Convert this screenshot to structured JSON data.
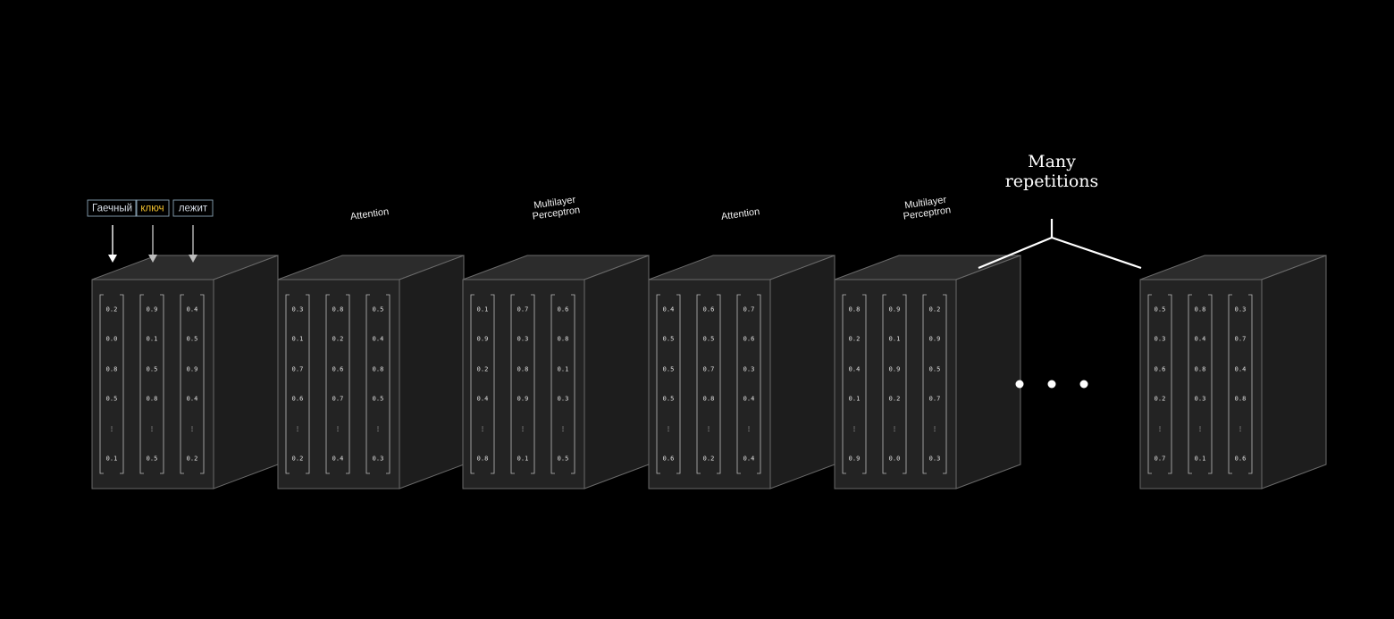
{
  "tokens": [
    {
      "text": "Гаечный",
      "color": "#d6dde6"
    },
    {
      "text": "ключ",
      "color": "#f2c12e"
    },
    {
      "text": "лежит",
      "color": "#d6dde6"
    }
  ],
  "stage_labels": [
    "Attention",
    "Multilayer\nPerceptron",
    "Attention",
    "Multilayer\nPerceptron"
  ],
  "repetitions_label": "Many\nrepetitions",
  "blocks": [
    {
      "columns": [
        [
          "0.2",
          "0.0",
          "0.8",
          "0.5",
          "⋮",
          "0.1"
        ],
        [
          "0.9",
          "0.1",
          "0.5",
          "0.8",
          "⋮",
          "0.5"
        ],
        [
          "0.4",
          "0.5",
          "0.9",
          "0.4",
          "⋮",
          "0.2"
        ]
      ]
    },
    {
      "columns": [
        [
          "0.3",
          "0.1",
          "0.7",
          "0.6",
          "⋮",
          "0.2"
        ],
        [
          "0.8",
          "0.2",
          "0.6",
          "0.7",
          "⋮",
          "0.4"
        ],
        [
          "0.5",
          "0.4",
          "0.8",
          "0.5",
          "⋮",
          "0.3"
        ]
      ]
    },
    {
      "columns": [
        [
          "0.1",
          "0.9",
          "0.2",
          "0.4",
          "⋮",
          "0.8"
        ],
        [
          "0.7",
          "0.3",
          "0.8",
          "0.9",
          "⋮",
          "0.1"
        ],
        [
          "0.6",
          "0.8",
          "0.1",
          "0.3",
          "⋮",
          "0.5"
        ]
      ]
    },
    {
      "columns": [
        [
          "0.4",
          "0.5",
          "0.5",
          "0.5",
          "⋮",
          "0.6"
        ],
        [
          "0.6",
          "0.5",
          "0.7",
          "0.8",
          "⋮",
          "0.2"
        ],
        [
          "0.7",
          "0.6",
          "0.3",
          "0.4",
          "⋮",
          "0.4"
        ]
      ]
    },
    {
      "columns": [
        [
          "0.8",
          "0.2",
          "0.4",
          "0.1",
          "⋮",
          "0.9"
        ],
        [
          "0.9",
          "0.1",
          "0.9",
          "0.2",
          "⋮",
          "0.0"
        ],
        [
          "0.2",
          "0.9",
          "0.5",
          "0.7",
          "⋮",
          "0.3"
        ]
      ]
    },
    {
      "columns": [
        [
          "0.5",
          "0.3",
          "0.6",
          "0.2",
          "⋮",
          "0.7"
        ],
        [
          "0.8",
          "0.4",
          "0.8",
          "0.3",
          "⋮",
          "0.1"
        ],
        [
          "0.3",
          "0.7",
          "0.4",
          "0.8",
          "⋮",
          "0.6"
        ]
      ]
    }
  ],
  "colors": {
    "background": "#000000",
    "block_front": "#232323",
    "block_top": "#2c2c2c",
    "block_side": "#1d1d1d",
    "block_edge": "#6a6a6a",
    "token_border": "#8aa3b5",
    "bracket": "#bdbdbd",
    "ellipsis": "#ffffff"
  }
}
